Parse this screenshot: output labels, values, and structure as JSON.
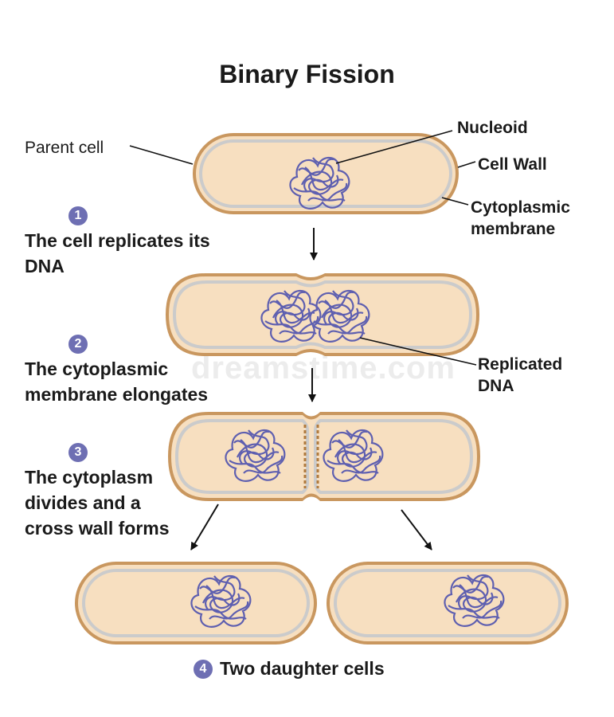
{
  "title": "Binary Fission",
  "labels": {
    "parent_cell": "Parent cell",
    "nucleoid": "Nucleoid",
    "cell_wall": "Cell Wall",
    "cytoplasmic_membrane": "Cytoplasmic membrane",
    "replicated_dna": "Replicated DNA"
  },
  "steps": [
    {
      "number": "1",
      "text": "The cell replicates its DNA"
    },
    {
      "number": "2",
      "text": "The cytoplasmic membrane elongates"
    },
    {
      "number": "3",
      "text": "The cytoplasm divides and a cross wall forms"
    },
    {
      "number": "4",
      "text": "Two daughter cells"
    }
  ],
  "watermark": "dreamstime.com",
  "colors": {
    "cell_wall": "#c9975f",
    "cytoplasm": "#f7dfc0",
    "membrane": "#cbcbcb",
    "dna": "#5e5fb0",
    "badge": "#6e6fb3"
  }
}
